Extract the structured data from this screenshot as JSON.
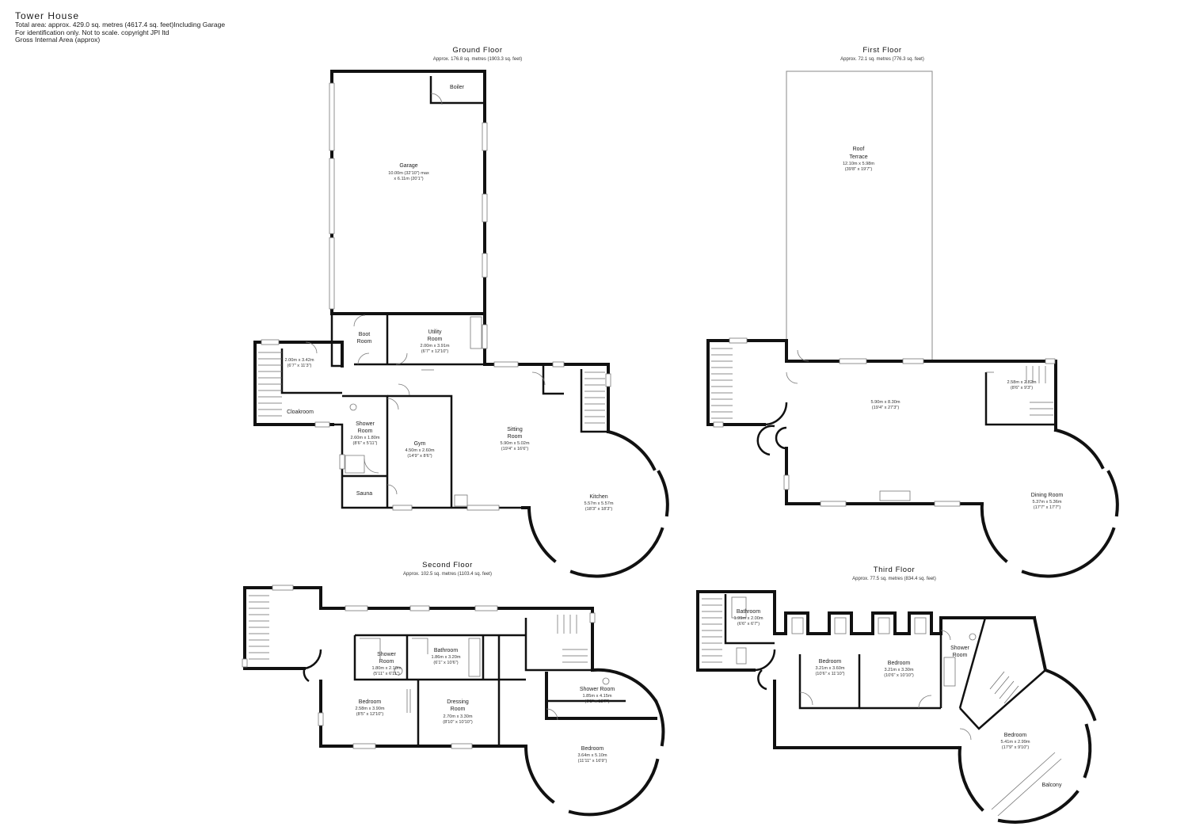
{
  "header": {
    "title": "Tower House",
    "total_area": "Total area: approx. 429.0 sq. metres (4617.4 sq. feet)Including Garage",
    "disclaimer": "For identification only. Not to scale. copyright JPI ltd",
    "gia": "Gross Internal Area (approx)"
  },
  "floors": {
    "ground": {
      "title": "Ground Floor",
      "area": "Approx. 176.8 sq. metres (1903.3 sq. feet)",
      "rooms": {
        "boiler": {
          "name": "Boiler"
        },
        "garage": {
          "name": "Garage",
          "dim1": "10.00m (32'10\") max",
          "dim2": "x 6.11m (20'1\")"
        },
        "boot_room": {
          "name1": "Boot",
          "name2": "Room"
        },
        "utility": {
          "name1": "Utility",
          "name2": "Room",
          "dim1": "2.00m x 3.91m",
          "dim2": "(6'7\" x 12'10\")"
        },
        "hall": {
          "dim1": "2.00m x 3.42m",
          "dim2": "(6'7\" x 11'3\")"
        },
        "cloakroom": {
          "name": "Cloakroom"
        },
        "shower": {
          "name1": "Shower",
          "name2": "Room",
          "dim1": "2.60m x 1.80m",
          "dim2": "(8'6\" x 5'11\")"
        },
        "gym": {
          "name": "Gym",
          "dim1": "4.50m x 2.60m",
          "dim2": "(14'9\" x 8'6\")"
        },
        "sauna": {
          "name": "Sauna"
        },
        "sitting": {
          "name1": "Sitting",
          "name2": "Room",
          "dim1": "5.90m x 5.02m",
          "dim2": "(19'4\" x 16'6\")"
        },
        "kitchen": {
          "name": "Kitchen",
          "dim1": "5.57m x 5.57m",
          "dim2": "(18'3\" x 18'3\")"
        }
      }
    },
    "first": {
      "title": "First Floor",
      "area": "Approx. 72.1 sq. metres (776.3 sq. feet)",
      "rooms": {
        "roof_terrace": {
          "name1": "Roof",
          "name2": "Terrace",
          "dim1": "12.10m x 5.98m",
          "dim2": "(39'8\" x 19'7\")"
        },
        "main": {
          "dim1": "5.90m x 8.30m",
          "dim2": "(19'4\" x 27'3\")"
        },
        "landing": {
          "dim1": "2.58m x 2.82m",
          "dim2": "(8'6\" x 9'3\")"
        },
        "dining": {
          "name": "Dining Room",
          "dim1": "5.37m x 5.36m",
          "dim2": "(17'7\" x 17'7\")"
        }
      }
    },
    "second": {
      "title": "Second Floor",
      "area": "Approx. 102.5 sq. metres (1103.4 sq. feet)",
      "rooms": {
        "shower": {
          "name1": "Shower",
          "name2": "Room",
          "dim1": "1.80m x 2.10m",
          "dim2": "(5'11\" x 6'11\")"
        },
        "bathroom": {
          "name": "Bathroom",
          "dim1": "1.86m x 3.20m",
          "dim2": "(6'1\" x 10'6\")"
        },
        "bedroom1": {
          "name": "Bedroom",
          "dim1": "2.58m x 3.90m",
          "dim2": "(8'5\" x 12'10\")"
        },
        "dressing": {
          "name1": "Dressing",
          "name2": "Room",
          "dim1": "2.70m x 3.30m",
          "dim2": "(8'10\" x 10'10\")"
        },
        "shower2": {
          "name": "Shower Room",
          "dim1": "1.85m x 4.15m",
          "dim2": "(6'1\" x 13'7\")"
        },
        "bedroom2": {
          "name": "Bedroom",
          "dim1": "3.64m x 5.10m",
          "dim2": "(11'11\" x 16'9\")"
        }
      }
    },
    "third": {
      "title": "Third Floor",
      "area": "Approx. 77.5 sq. metres (834.4 sq. feet)",
      "rooms": {
        "bathroom": {
          "name": "Bathroom",
          "dim1": "1.99m x 2.00m",
          "dim2": "(6'6\" x 6'7\")"
        },
        "bedroom1": {
          "name": "Bedroom",
          "dim1": "3.21m x 3.60m",
          "dim2": "(10'6\" x 11'10\")"
        },
        "bedroom2": {
          "name": "Bedroom",
          "dim1": "3.21m x 3.30m",
          "dim2": "(10'6\" x 10'10\")"
        },
        "shower": {
          "name1": "Shower",
          "name2": "Room"
        },
        "bedroom3": {
          "name": "Bedroom",
          "dim1": "5.41m x 2.99m",
          "dim2": "(17'9\" x 9'10\")"
        },
        "balcony": {
          "name": "Balcony"
        }
      }
    }
  }
}
